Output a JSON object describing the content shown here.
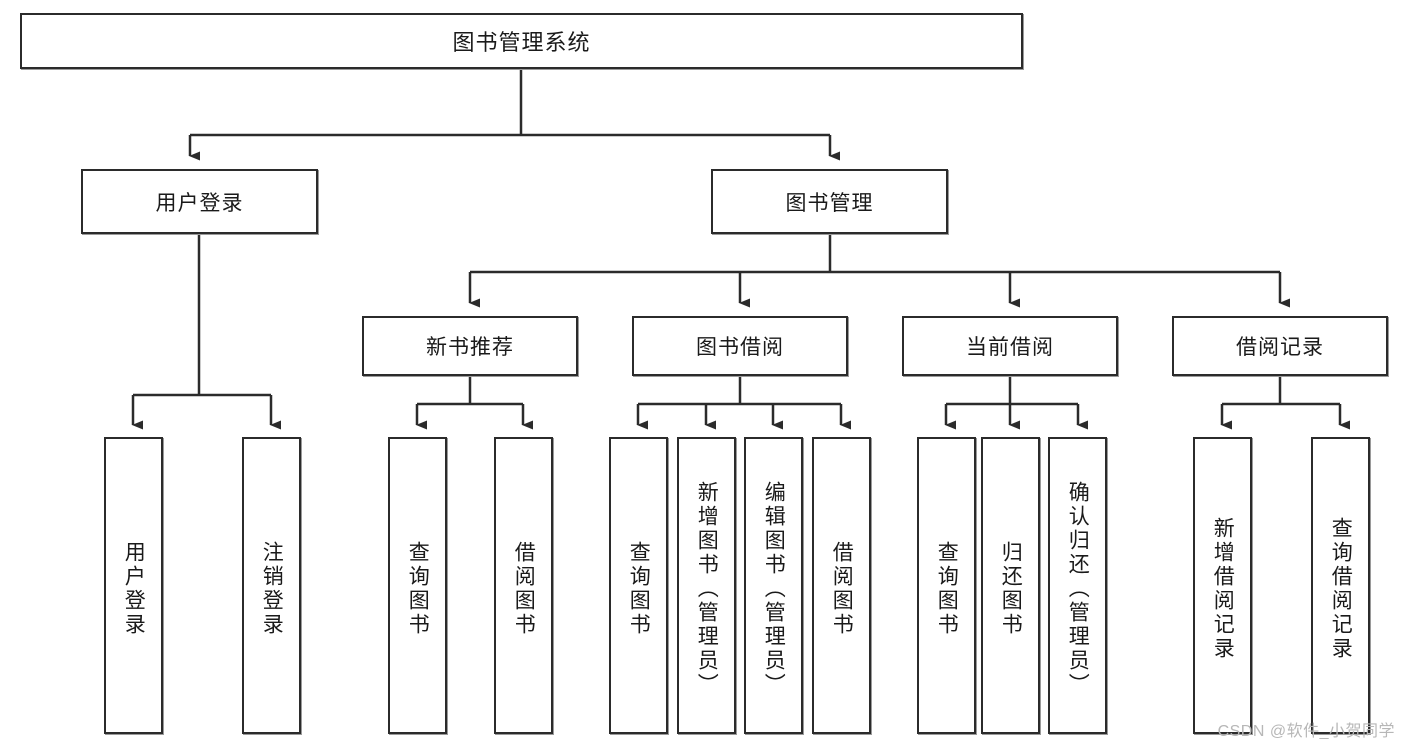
{
  "diagram": {
    "title": "图书管理系统",
    "type": "tree-hierarchy-chart",
    "watermark": "CSDN @软件_小贺同学",
    "colors": {
      "node_border": "#2b2b2b",
      "node_fill": "#ffffff",
      "edge": "#2b2b2b",
      "background": "#ffffff",
      "watermark": "#b7b7b7"
    },
    "levels": {
      "root": {
        "label": "图书管理系统"
      },
      "level2": [
        {
          "id": "user-login",
          "label": "用户登录"
        },
        {
          "id": "book-manage",
          "label": "图书管理"
        }
      ],
      "level3": [
        {
          "id": "new-book-rec",
          "label": "新书推荐",
          "parent": "book-manage"
        },
        {
          "id": "book-borrow",
          "label": "图书借阅",
          "parent": "book-manage"
        },
        {
          "id": "current-borrow",
          "label": "当前借阅",
          "parent": "book-manage"
        },
        {
          "id": "borrow-record",
          "label": "借阅记录",
          "parent": "book-manage"
        }
      ],
      "leaves": {
        "user-login": [
          {
            "id": "leaf-user-login",
            "label": "用户登录"
          },
          {
            "id": "leaf-logout",
            "label": "注销登录"
          }
        ],
        "new-book-rec": [
          {
            "id": "leaf-query-book-1",
            "label": "查询图书"
          },
          {
            "id": "leaf-borrow-book-1",
            "label": "借阅图书"
          }
        ],
        "book-borrow": [
          {
            "id": "leaf-query-book-2",
            "label": "查询图书"
          },
          {
            "id": "leaf-add-book",
            "label": "新增图书（管理员）"
          },
          {
            "id": "leaf-edit-book",
            "label": "编辑图书（管理员）"
          },
          {
            "id": "leaf-borrow-book-2",
            "label": "借阅图书"
          }
        ],
        "current-borrow": [
          {
            "id": "leaf-query-book-3",
            "label": "查询图书"
          },
          {
            "id": "leaf-return-book",
            "label": "归还图书"
          },
          {
            "id": "leaf-confirm-return",
            "label": "确认归还（管理员）"
          }
        ],
        "borrow-record": [
          {
            "id": "leaf-add-record",
            "label": "新增借阅记录"
          },
          {
            "id": "leaf-query-record",
            "label": "查询借阅记录"
          }
        ]
      }
    }
  }
}
